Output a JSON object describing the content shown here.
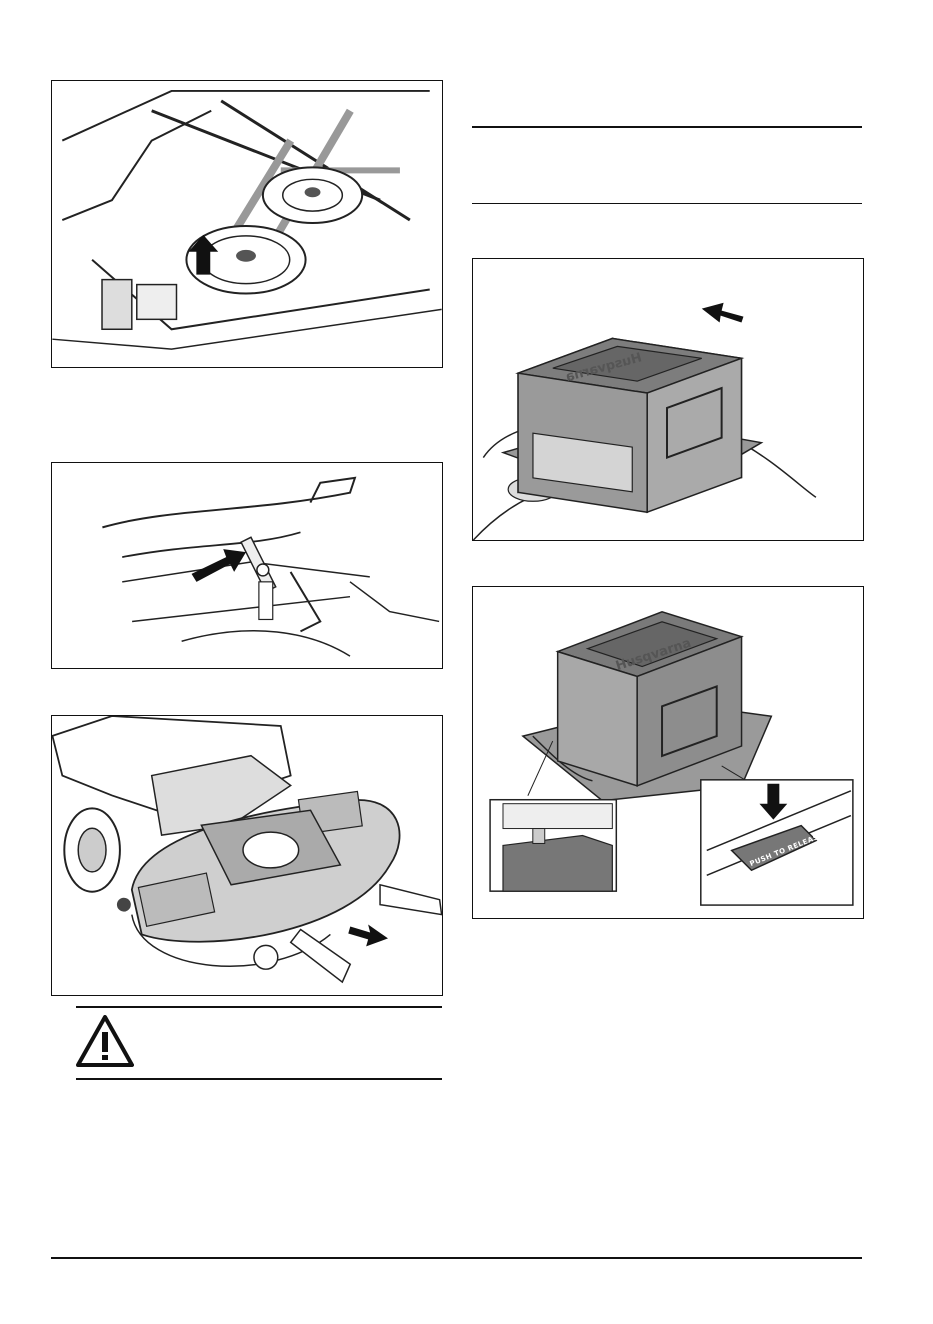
{
  "figures": {
    "belt_pulley": {
      "icon": "up-arrow"
    },
    "lever": {
      "icon": "right-arrow"
    },
    "deck_removal": {
      "icon": "right-down-arrow"
    },
    "box_mount": {
      "icon": "left-arrow",
      "brand": "Husqvarna"
    },
    "box_release": {
      "icon": "down-arrow",
      "brand": "Husqvarna",
      "button_text": "PUSH TO RELEASE"
    }
  },
  "warning": {
    "icon": "warning-triangle-icon"
  }
}
